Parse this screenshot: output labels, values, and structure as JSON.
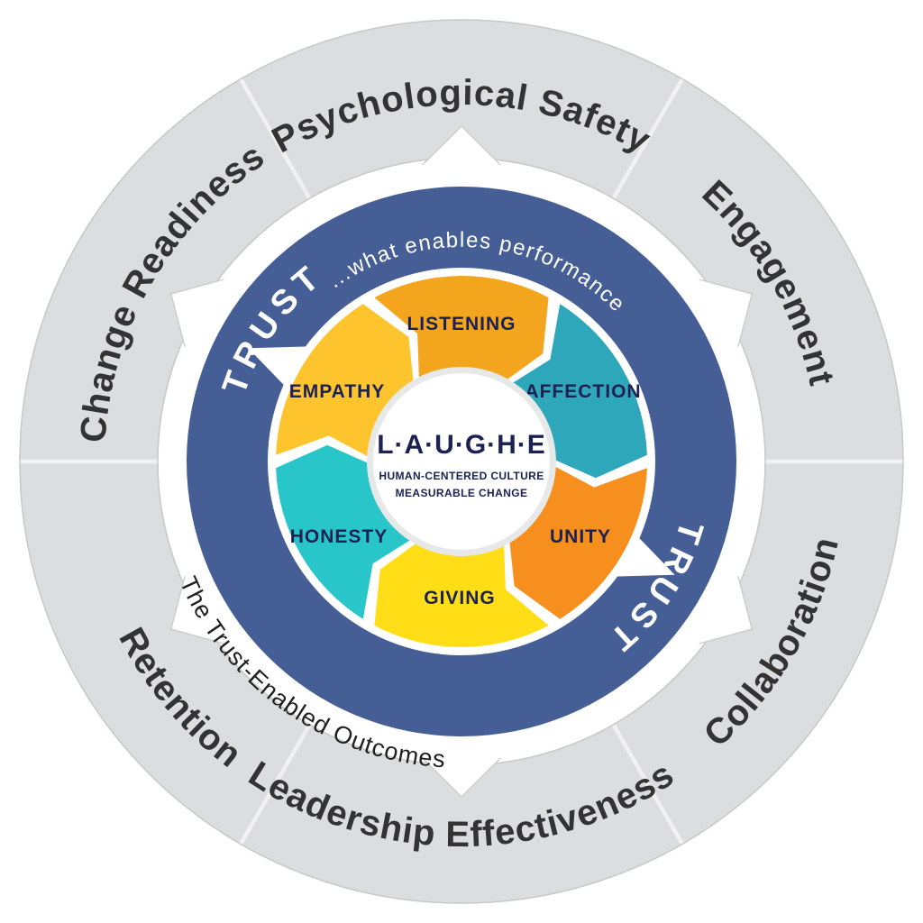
{
  "title": "LAUGHE human-centered culture trust framework wheel",
  "colors": {
    "trust_ring_blue": "#465E96",
    "outcomes_ring_gray": "#DCDDDE",
    "ring_edge_gray": "#C7C8C9",
    "divider_light": "#F1F1F2",
    "navy_text": "#1B2153",
    "outer_label_text": "#333333",
    "white": "#FFFFFF"
  },
  "center": {
    "acronym": "L·A·U·G·H·E",
    "subtitle_line1": "HUMAN-CENTERED CULTURE",
    "subtitle_line2": "MEASURABLE CHANGE"
  },
  "wheel": {
    "flow_direction": "clockwise",
    "segments": [
      {
        "label": "LISTENING",
        "color": "#F3A51E"
      },
      {
        "label": "AFFECTION",
        "color": "#2FA7BA"
      },
      {
        "label": "UNITY",
        "color": "#F78F1E"
      },
      {
        "label": "GIVING",
        "color": "#FFDD17"
      },
      {
        "label": "HONESTY",
        "color": "#29C6C9"
      },
      {
        "label": "EMPATHY",
        "color": "#FDC42D"
      }
    ]
  },
  "trust_ring": {
    "color": "#465E96",
    "label_left": "TRUST",
    "label_right": "TRUST",
    "top_caption": "...what enables performance",
    "bottom_caption": "The Trust-Enabled Outcomes"
  },
  "outcomes_ring": {
    "color": "#DCDDDE",
    "segments": [
      "Psychological Safety",
      "Engagement",
      "Collaboration",
      "Leadership Effectiveness",
      "Retention",
      "Change Readiness"
    ]
  }
}
